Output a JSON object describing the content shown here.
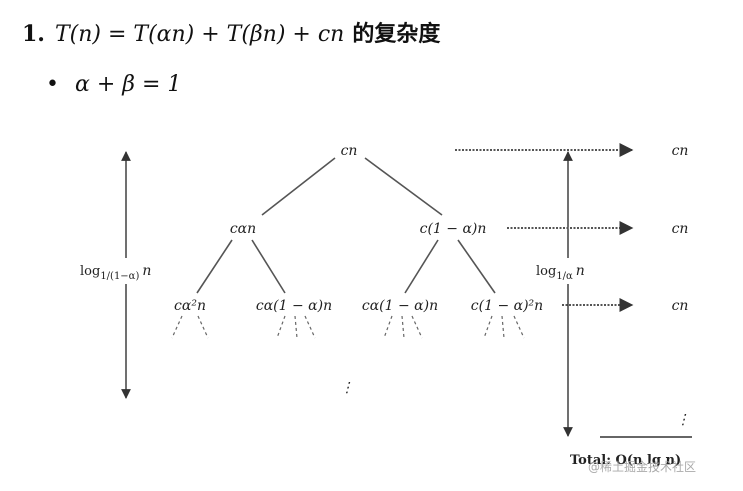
{
  "heading": {
    "number": "1.",
    "formula": "T(n) = T(αn) + T(βn) + cn",
    "text": "的复杂度"
  },
  "bullet": {
    "formula": "α + β = 1"
  },
  "tree": {
    "root": "cn",
    "level1": [
      "cαn",
      "c(1 − α)n"
    ],
    "level2": [
      "cα²n",
      "cα(1 − α)n",
      "cα(1 − α)n",
      "c(1 − α)²n"
    ],
    "ellipsis": "⋮"
  },
  "left_height_label": "log",
  "left_height_sub": "1/(1−α)",
  "left_height_var": "n",
  "right_height_label": "log",
  "right_height_sub": "1/α",
  "right_height_var": "n",
  "level_costs": [
    "cn",
    "cn",
    "cn"
  ],
  "total_label": "Total: O(n lg n)",
  "watermark": "@稀土掘金技术社区"
}
